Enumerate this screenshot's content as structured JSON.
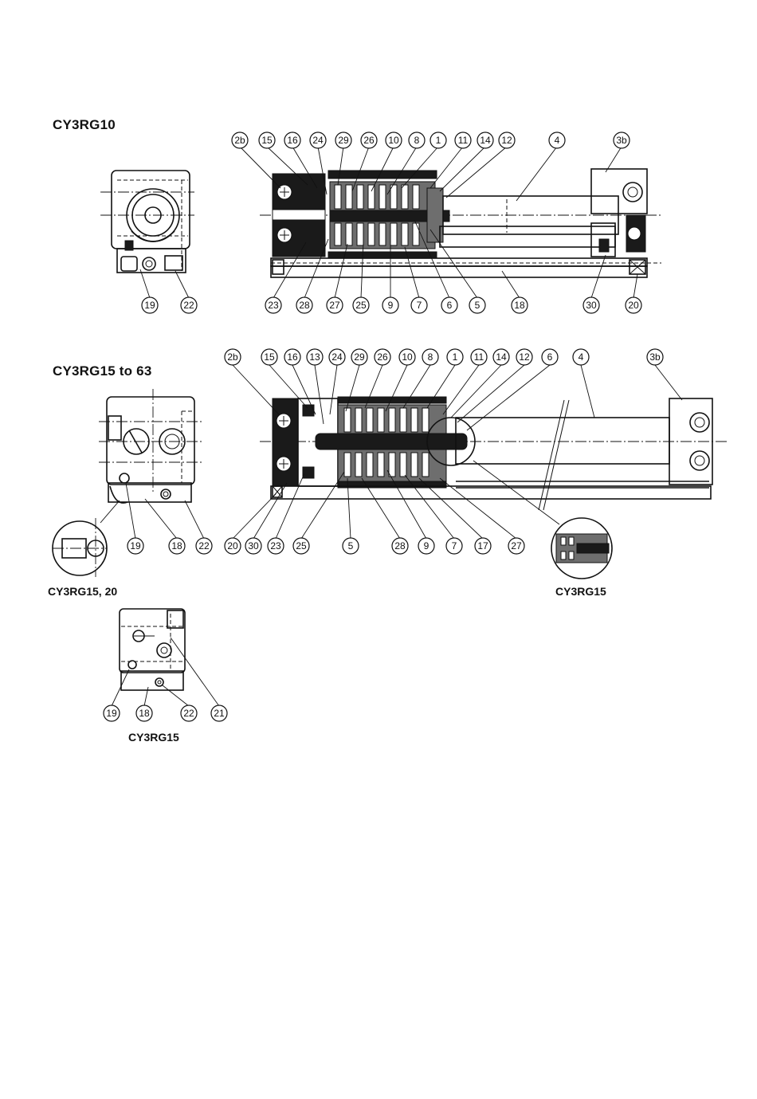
{
  "sections": [
    {
      "key": "cy3rg10",
      "title": "CY3RG10"
    },
    {
      "key": "cy3rg15_63",
      "title": "CY3RG15 to 63"
    }
  ],
  "captions": {
    "end_view_15_20": "CY3RG15, 20",
    "detail_15": "CY3RG15",
    "end_view_15": "CY3RG15"
  },
  "balloons": {
    "cy3rg10_top": [
      "2b",
      "15",
      "16",
      "24",
      "29",
      "26",
      "10",
      "8",
      "1",
      "11",
      "14",
      "12",
      "4",
      "3b"
    ],
    "cy3rg10_bottom": [
      "23",
      "28",
      "27",
      "25",
      "9",
      "7",
      "6",
      "5",
      "18",
      "30",
      "20"
    ],
    "cy3rg10_end": [
      "19",
      "22"
    ],
    "cy3rg15_top": [
      "2b",
      "15",
      "16",
      "13",
      "24",
      "29",
      "26",
      "10",
      "8",
      "1",
      "11",
      "14",
      "12",
      "6",
      "4",
      "3b"
    ],
    "cy3rg15_bottom": [
      "20",
      "30",
      "23",
      "25",
      "5",
      "28",
      "9",
      "7",
      "17",
      "27"
    ],
    "cy3rg15_end": [
      "19",
      "18",
      "22"
    ],
    "cy3rg15_end2": [
      "19",
      "18",
      "22",
      "21"
    ]
  }
}
